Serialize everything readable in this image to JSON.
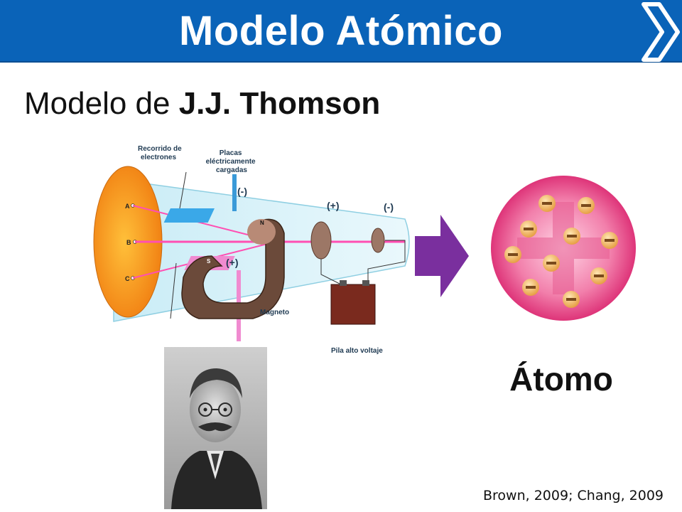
{
  "slide": {
    "title": "Modelo Atómico",
    "subtitle_prefix": "Modelo de ",
    "subtitle_name": "J.J. Thomson",
    "atom_label": "Átomo",
    "citation": "Brown, 2009; Chang, 2009"
  },
  "diagram": {
    "electron_path": [
      "Recorrido de",
      "electrones"
    ],
    "plates": [
      "Placas",
      "eléctricamente",
      "cargadas"
    ],
    "plate_top_sign": "(-)",
    "plate_bottom_sign": "(+)",
    "anode_sign": "(+)",
    "cathode_sign": "(-)",
    "magnet": "Magneto",
    "magnet_n": "N",
    "magnet_s": "S",
    "battery": "Pila alto voltaje",
    "screen_a": "A",
    "screen_b": "B",
    "screen_c": "C"
  },
  "colors": {
    "header": "#0a63b8",
    "arrow": "#7a2f9e",
    "atom": "#e0246c"
  },
  "icons": [
    "chevron-right-icon",
    "arrow-right-icon",
    "atom-icon",
    "portrait-photo"
  ]
}
